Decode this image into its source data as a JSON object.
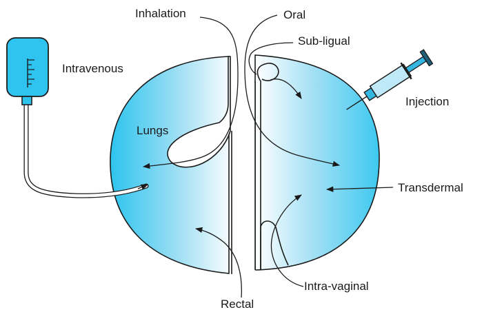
{
  "labels": {
    "inhalation": "Inhalation",
    "oral": "Oral",
    "sublingual": "Sub-ligual",
    "intravenous": "Intravenous",
    "lungs": "Lungs",
    "injection": "Injection",
    "transdermal": "Transdermal",
    "intravaginal": "Intra-vaginal",
    "rectal": "Rectal"
  },
  "colors": {
    "body_fill_edge": "#2ec4ee",
    "body_fill_center": "#ffffff",
    "outline": "#1a1a1a",
    "iv_bag": "#2fc3ef",
    "syringe": "#35b6e0"
  },
  "icons": [
    "iv-bag-icon",
    "syringe-icon"
  ]
}
